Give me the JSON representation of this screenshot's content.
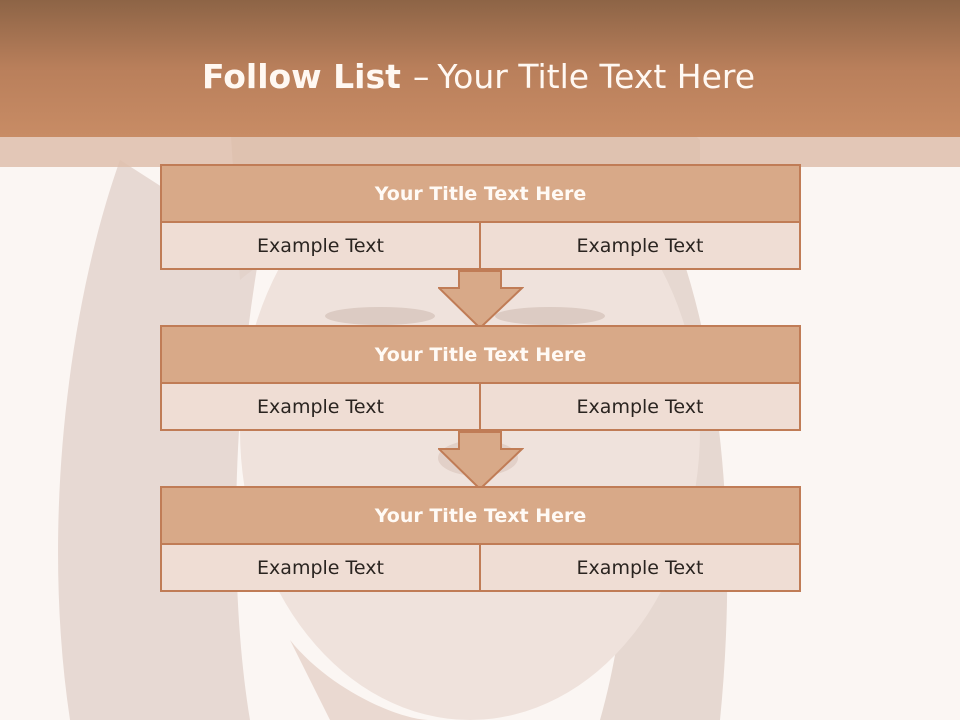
{
  "slide": {
    "title_bold": "Follow List",
    "title_sep": "–",
    "title_rest": "Your Title Text Here"
  },
  "steps": [
    {
      "title": "Your Title Text Here",
      "left": "Example Text",
      "right": "Example Text"
    },
    {
      "title": "Your Title Text Here",
      "left": "Example Text",
      "right": "Example Text"
    },
    {
      "title": "Your Title Text Here",
      "left": "Example Text",
      "right": "Example Text"
    }
  ],
  "colors": {
    "header": "#b97f5b",
    "box_fill": "#d8a988",
    "cell_fill": "#efddd4",
    "border": "#c07c56"
  }
}
